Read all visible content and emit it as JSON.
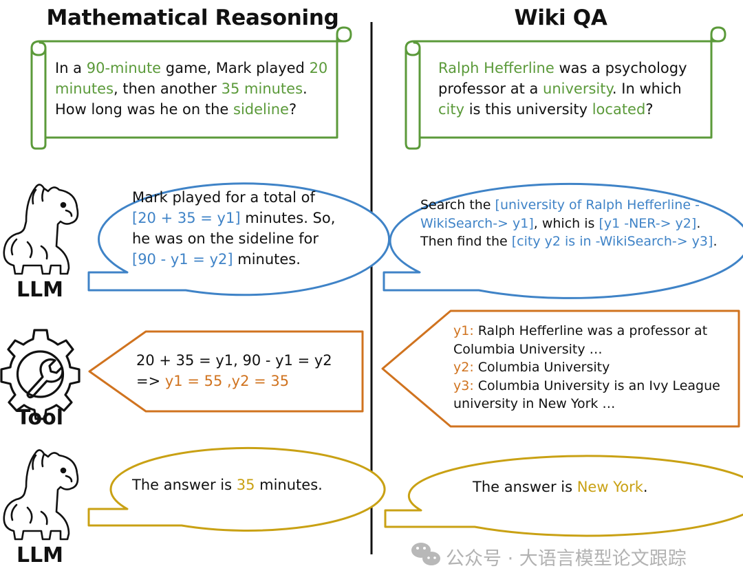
{
  "left_heading": "Mathematical Reasoning",
  "right_heading": "Wiki QA",
  "roles": {
    "llm_1": "LLM",
    "tool": "Tool",
    "llm_2": "LLM"
  },
  "math": {
    "question": {
      "l1": [
        "In a ",
        "90-minute",
        " game, Mark played ",
        "20"
      ],
      "l2": [
        "minutes",
        ", then another ",
        "35 minutes",
        "."
      ],
      "l3": [
        "How long was he on the ",
        "sideline",
        "?"
      ]
    },
    "llm": {
      "l1": "Mark played for a total of",
      "l2": [
        "[20 + 35 = y1]",
        " minutes. So,"
      ],
      "l3": "he was on the sideline for",
      "l4": [
        "[90 - y1 = y2]",
        " minutes."
      ]
    },
    "tool": {
      "l1": "20 + 35 = y1, 90 - y1 = y2",
      "l2": [
        "=> ",
        "y1 = 55 ,y2 = 35"
      ]
    },
    "answer": [
      "The answer is ",
      "35",
      " minutes."
    ]
  },
  "wiki": {
    "question": {
      "l1": [
        "Ralph Hefferline",
        " was a psychology"
      ],
      "l2": [
        "professor at a ",
        "university",
        ". In which"
      ],
      "l3": [
        "city",
        " is this university ",
        "located",
        "?"
      ]
    },
    "llm": {
      "l1": [
        "Search the ",
        "[university of Ralph Hefferline -"
      ],
      "l2": [
        "WikiSearch-> y1]",
        ", which is ",
        "[y1 -NER-> y2]",
        "."
      ],
      "l3": [
        "Then find the ",
        "[city y2 is in -WikiSearch-> y3]",
        "."
      ]
    },
    "tool": {
      "l1": [
        "y1:",
        " Ralph Hefferline was a professor at"
      ],
      "l2": "Columbia University …",
      "l3": [
        "y2:",
        " Columbia University"
      ],
      "l4": [
        "y3:",
        " Columbia University is an Ivy League"
      ],
      "l5": "university in New York …"
    },
    "answer": [
      "The answer is ",
      "New York",
      "."
    ]
  },
  "watermark": "公众号 · 大语言模型论文跟踪",
  "colors": {
    "question": "#5b9a3a",
    "llm": "#3f83c7",
    "tool": "#d0731f",
    "answer": "#c9a114"
  },
  "icons": [
    "alpaca-icon",
    "gear-wrench-icon",
    "wechat-icon"
  ]
}
